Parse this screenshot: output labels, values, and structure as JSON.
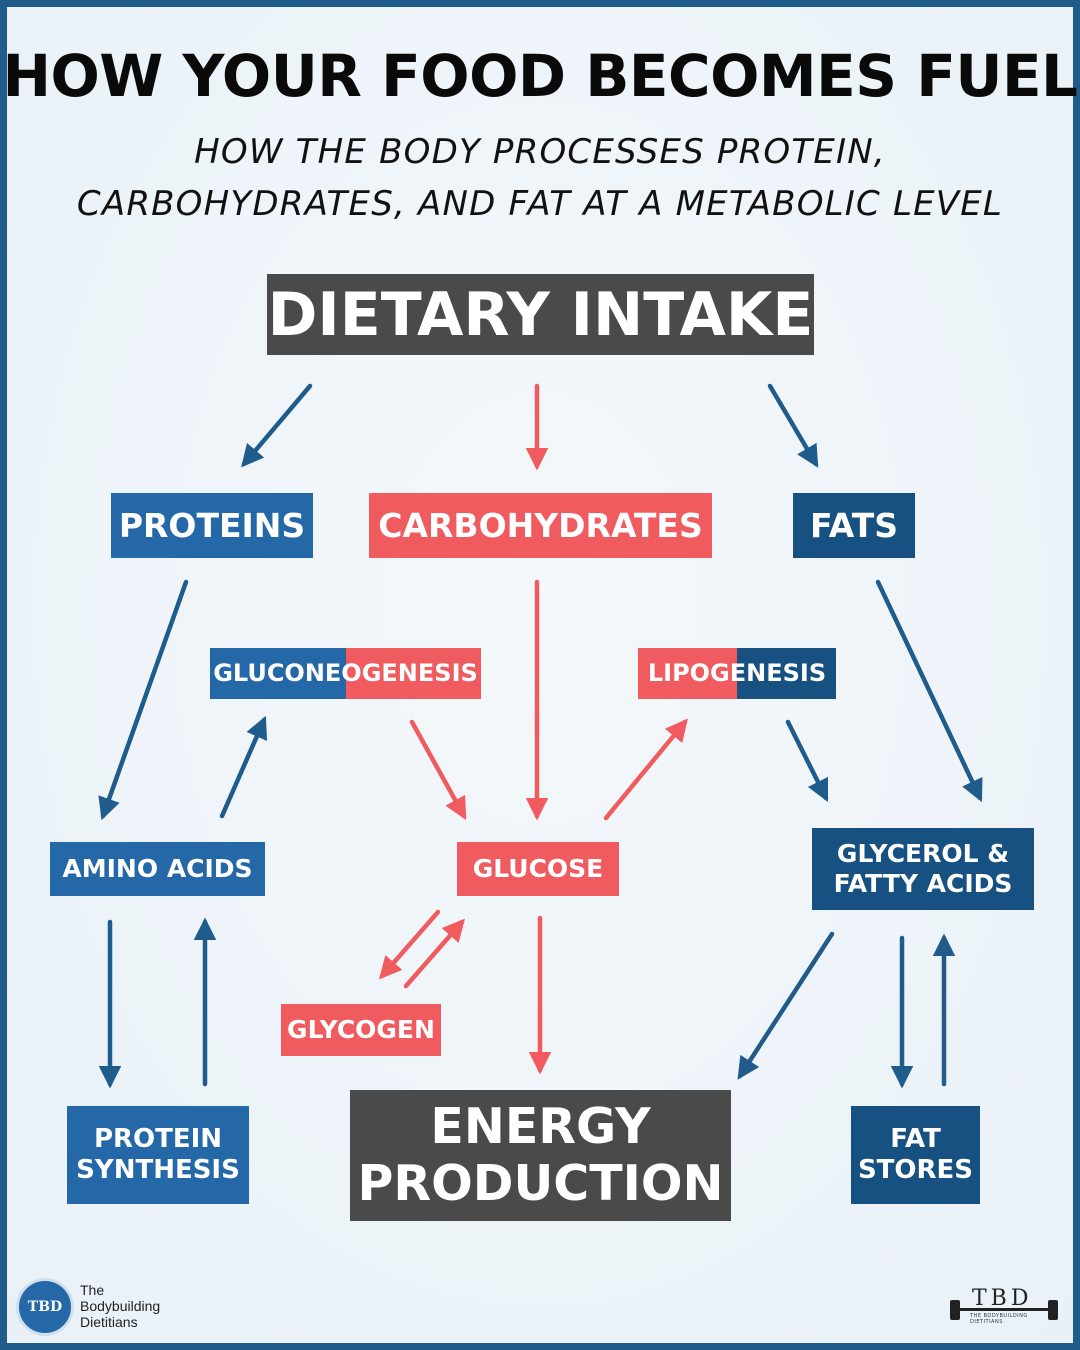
{
  "title": "HOW YOUR FOOD BECOMES FUEL",
  "subtitle_line1": "HOW THE BODY PROCESSES PROTEIN,",
  "subtitle_line2": "CARBOHYDRATES, AND FAT AT A METABOLIC LEVEL",
  "nodes": {
    "dietary_intake": "DIETARY INTAKE",
    "proteins": "PROTEINS",
    "carbohydrates": "CARBOHYDRATES",
    "fats": "FATS",
    "gluconeogenesis": "GLUCONEOGENESIS",
    "lipogenesis": "LIPOGENESIS",
    "amino_acids": "AMINO ACIDS",
    "glucose": "GLUCOSE",
    "glycerol_line1": "GLYCEROL &",
    "glycerol_line2": "FATTY ACIDS",
    "glycogen": "GLYCOGEN",
    "protein_synthesis_line1": "PROTEIN",
    "protein_synthesis_line2": "SYNTHESIS",
    "energy_line1": "ENERGY",
    "energy_line2": "PRODUCTION",
    "fat_stores_line1": "FAT",
    "fat_stores_line2": "STORES"
  },
  "branding": {
    "left_logo_text": "TBD",
    "left_name_line1": "The",
    "left_name_line2": "Bodybuilding",
    "left_name_line3": "Dietitians",
    "right_logo_text": "TBD",
    "right_logo_small": "THE BODYBUILDING DIETITIANS"
  },
  "colors": {
    "protein_blue": "#2468a8",
    "fat_navy": "#165182",
    "carb_red": "#ef5b5e",
    "neutral_gray": "#4a4a4a",
    "border": "#1f5c8c"
  },
  "edges": [
    {
      "from": "DIETARY INTAKE",
      "to": "PROTEINS"
    },
    {
      "from": "DIETARY INTAKE",
      "to": "CARBOHYDRATES"
    },
    {
      "from": "DIETARY INTAKE",
      "to": "FATS"
    },
    {
      "from": "PROTEINS",
      "to": "AMINO ACIDS"
    },
    {
      "from": "AMINO ACIDS",
      "to": "GLUCONEOGENESIS"
    },
    {
      "from": "GLUCONEOGENESIS",
      "to": "GLUCOSE"
    },
    {
      "from": "CARBOHYDRATES",
      "to": "GLUCOSE"
    },
    {
      "from": "GLUCOSE",
      "to": "LIPOGENESIS"
    },
    {
      "from": "LIPOGENESIS",
      "to": "GLYCEROL & FATTY ACIDS"
    },
    {
      "from": "FATS",
      "to": "GLYCEROL & FATTY ACIDS"
    },
    {
      "from": "GLUCOSE",
      "to": "GLYCOGEN"
    },
    {
      "from": "GLYCOGEN",
      "to": "GLUCOSE"
    },
    {
      "from": "GLUCOSE",
      "to": "ENERGY PRODUCTION"
    },
    {
      "from": "GLYCEROL & FATTY ACIDS",
      "to": "ENERGY PRODUCTION"
    },
    {
      "from": "AMINO ACIDS",
      "to": "PROTEIN SYNTHESIS"
    },
    {
      "from": "PROTEIN SYNTHESIS",
      "to": "AMINO ACIDS"
    },
    {
      "from": "GLYCEROL & FATTY ACIDS",
      "to": "FAT STORES"
    },
    {
      "from": "FAT STORES",
      "to": "GLYCEROL & FATTY ACIDS"
    }
  ]
}
